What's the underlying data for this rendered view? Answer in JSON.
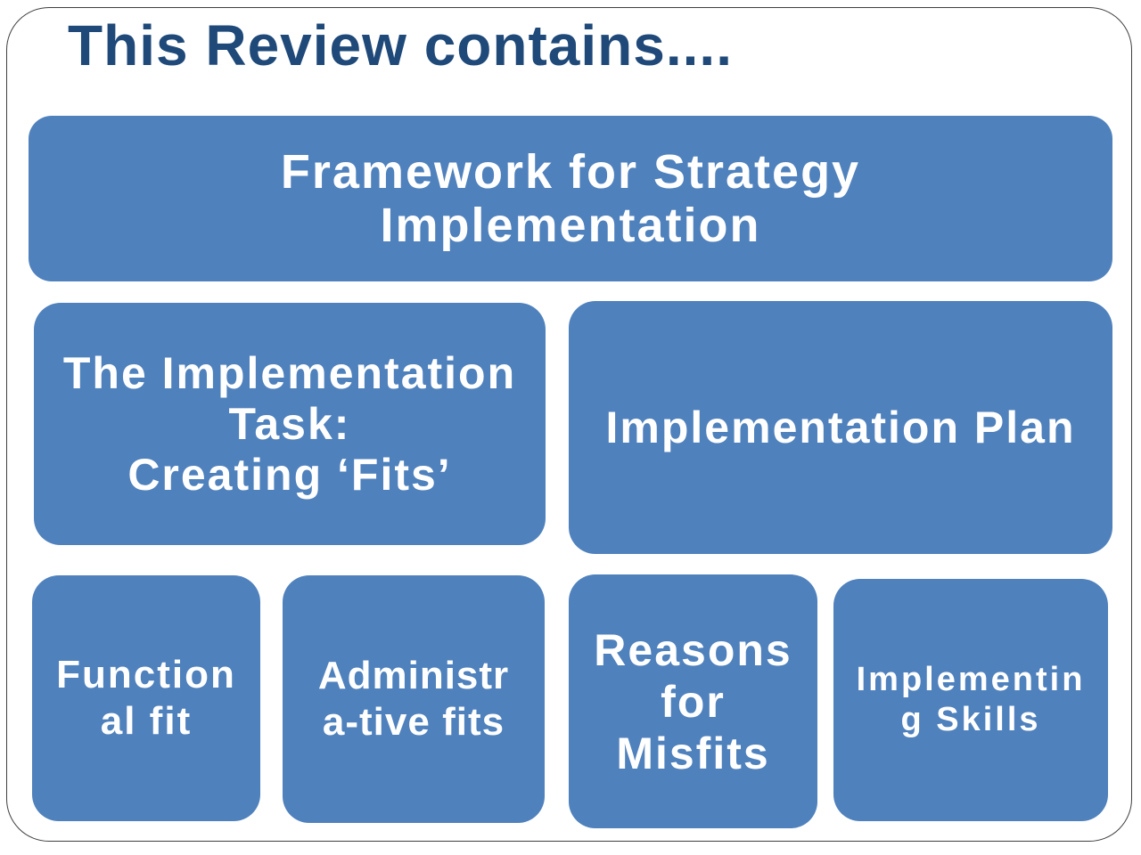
{
  "slide": {
    "title": "This Review contains....",
    "colors": {
      "background": "#FFFFFF",
      "frame_border": "#3F3F3F",
      "title_text": "#1F4979",
      "box_fill": "#4F81BD",
      "box_text": "#FFFFFF"
    }
  },
  "boxes": {
    "framework": {
      "lines": [
        "Framework for Strategy",
        "Implementation"
      ]
    },
    "task": {
      "lines": [
        "The Implementation",
        "Task:",
        "Creating ‘Fits’"
      ]
    },
    "plan": {
      "lines": [
        "Implementation Plan"
      ]
    },
    "functional_fit": {
      "lines": [
        "Function",
        "al fit"
      ]
    },
    "administrative_fits": {
      "lines": [
        "Administr",
        "a-tive fits"
      ]
    },
    "reasons_for_misfits": {
      "lines": [
        "Reasons",
        "for",
        "Misfits"
      ]
    },
    "implementing_skills": {
      "lines": [
        "Implementin",
        "g Skills"
      ]
    }
  }
}
